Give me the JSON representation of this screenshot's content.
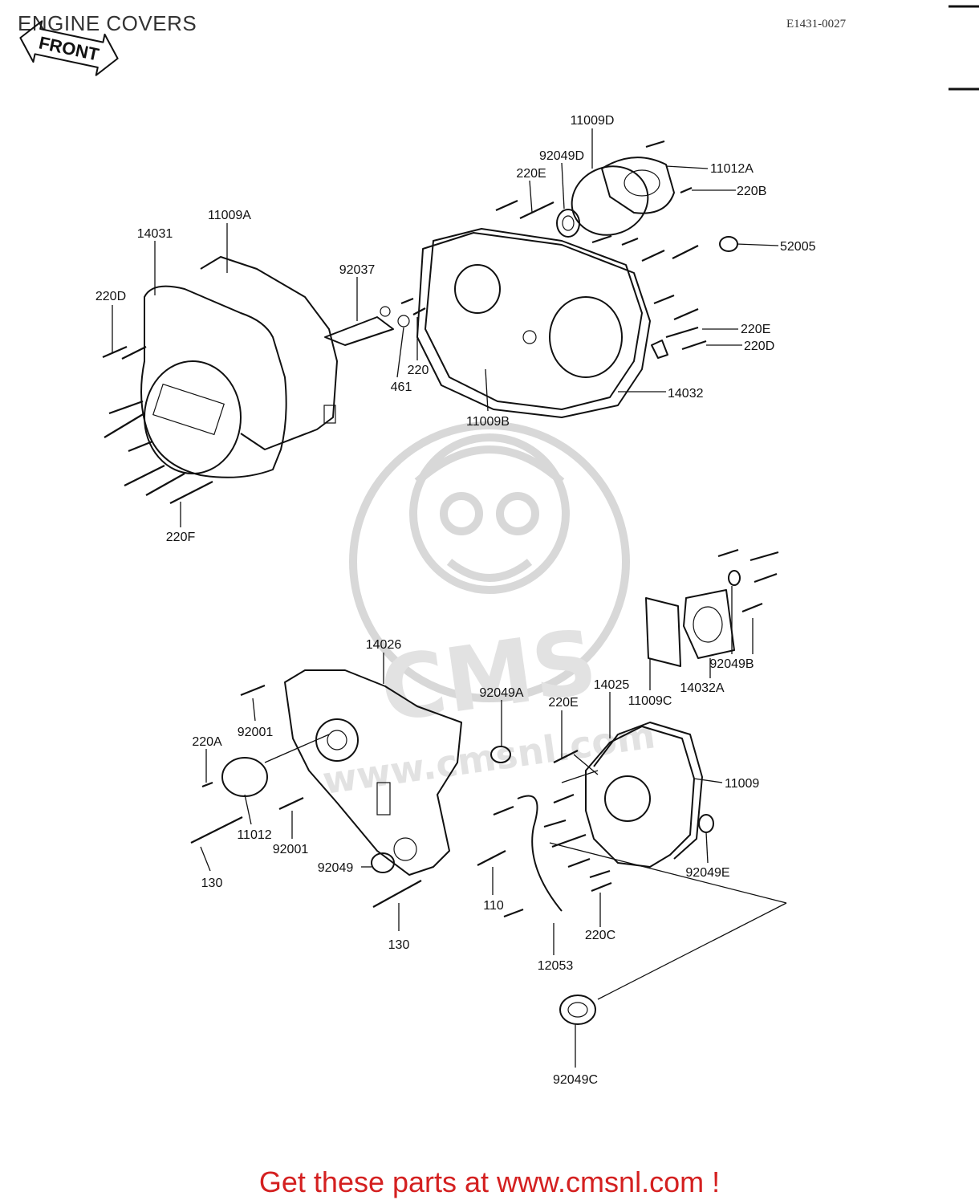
{
  "page": {
    "title": "ENGINE COVERS",
    "doc_id": "E1431-0027",
    "front_mark": "FRONT",
    "footer": "Get these parts at www.cmsnl.com !"
  },
  "watermark": {
    "logo": "CMS",
    "url": "www.cmsnl.com"
  },
  "callouts": {
    "p11009D": "11009D",
    "p92049D": "92049D",
    "p11012A": "11012A",
    "p220E_top": "220E",
    "p220B": "220B",
    "p52005": "52005",
    "p14031": "14031",
    "p11009A": "11009A",
    "p92037": "92037",
    "p220D_left": "220D",
    "p220E_right": "220E",
    "p220D_right": "220D",
    "p220": "220",
    "p461": "461",
    "p14032": "14032",
    "p11009B": "11009B",
    "p220F": "220F",
    "p14026": "14026",
    "p92001_top": "92001",
    "p220A": "220A",
    "p11012": "11012",
    "p92001_bottom": "92001",
    "p130_left": "130",
    "p92049": "92049",
    "p130_bottom": "130",
    "p92049A": "92049A",
    "p220E_mid": "220E",
    "p14025": "14025",
    "p11009C": "11009C",
    "p14032A": "14032A",
    "p92049B": "92049B",
    "p11009": "11009",
    "p92049E": "92049E",
    "p110": "110",
    "p220C": "220C",
    "p12053": "12053",
    "p92049C": "92049C"
  }
}
